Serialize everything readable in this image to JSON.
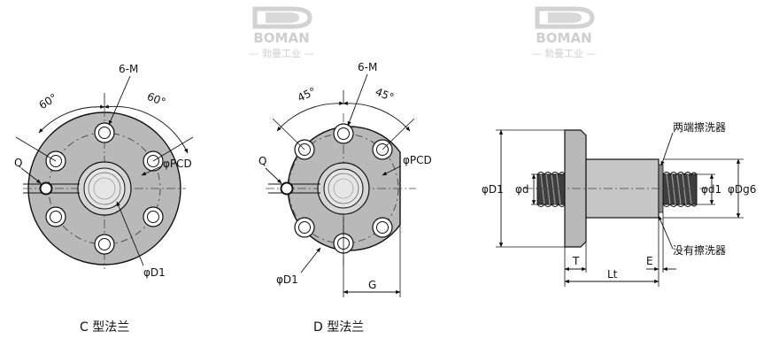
{
  "watermark": {
    "brand": "BOMAN",
    "subtitle": "— 勃曼工业 —"
  },
  "flange_c": {
    "caption": "C 型法兰",
    "labels": {
      "holes": "6-M",
      "angle_left": "60°",
      "angle_right": "60°",
      "pcd": "φPCD",
      "q": "Q",
      "d1": "φD1"
    }
  },
  "flange_d": {
    "caption": "D 型法兰",
    "labels": {
      "holes": "6-M",
      "angle_left": "45°",
      "angle_right": "45°",
      "pcd": "φPCD",
      "q": "Q",
      "d1": "φD1",
      "g": "G"
    }
  },
  "side_view": {
    "labels": {
      "d1_outer": "φD1",
      "d": "φd",
      "d1_thread": "φd1",
      "dg6": "φDg6",
      "t": "T",
      "lt": "Lt",
      "e": "E",
      "wiper_both": "两端擦洗器",
      "no_wiper": "没有擦洗器"
    }
  },
  "colors": {
    "ink": "#111111",
    "flange_fill": "#b9b9b9",
    "hub_fill": "#d4d4d4",
    "thread_fill": "#3e3e3e",
    "watermark": "#cfcfcf"
  }
}
